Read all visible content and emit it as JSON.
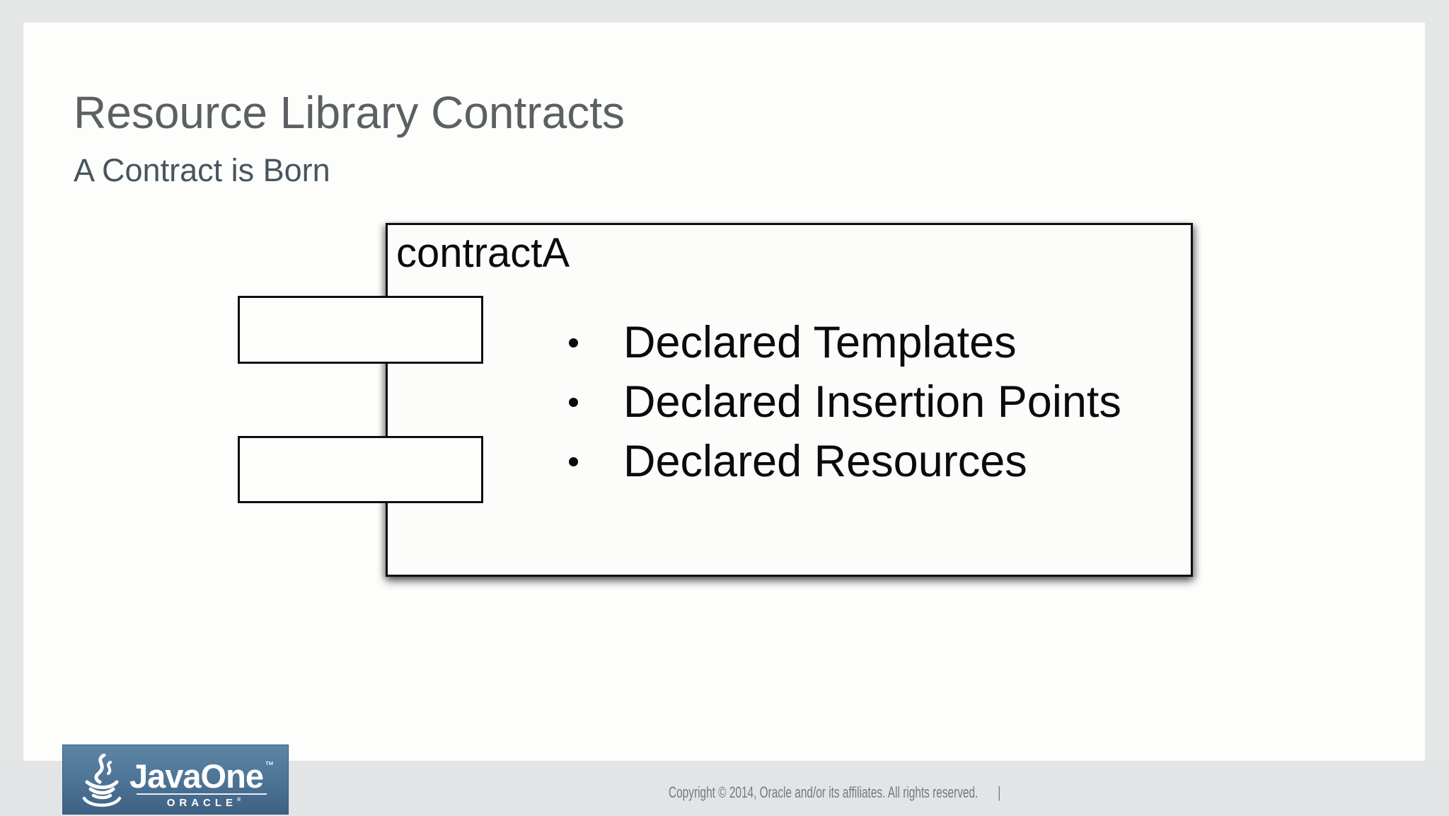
{
  "slide": {
    "title": "Resource Library Contracts",
    "subtitle": "A Contract is Born"
  },
  "diagram": {
    "component_name": "contractA",
    "bullets": [
      "Declared Templates",
      "Declared Insertion Points",
      "Declared Resources"
    ],
    "port_count": 2
  },
  "footer": {
    "copyright": "Copyright © 2014, Oracle and/or its affiliates. All rights reserved.",
    "divider": "|"
  },
  "logo": {
    "icon": "java-cup-icon",
    "brand": "JavaOne",
    "trademark": "™",
    "company": "ORACLE",
    "registered": "®",
    "bg_color": "#4d7495"
  },
  "colors": {
    "page_background": "#e4e7e5",
    "footer_band": "#e2e4e6",
    "slide_background": "#fdfdfc",
    "title_text": "#5b6063",
    "subtitle_text": "#47555e",
    "diagram_border": "#0e0e0e",
    "diagram_text": "#0b0b0b",
    "copyright_text": "#77787a",
    "logo_text": "#ffffff"
  }
}
